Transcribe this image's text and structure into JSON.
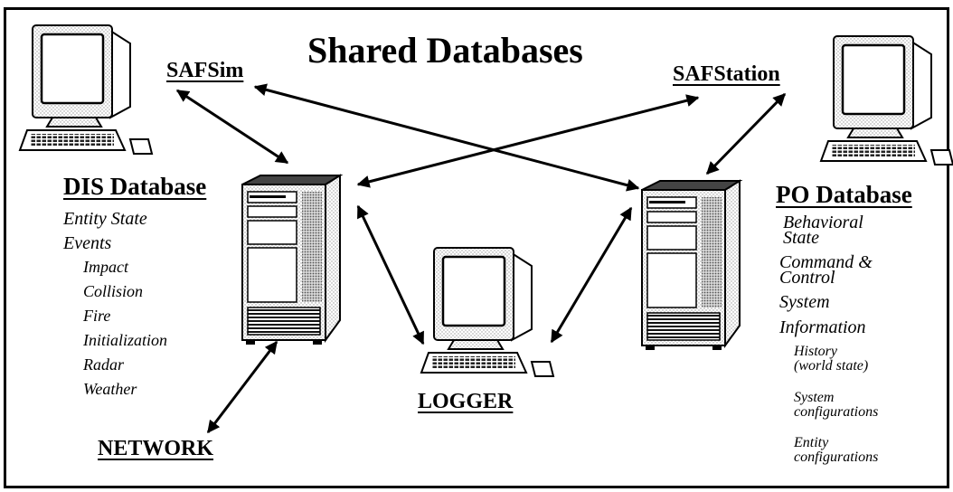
{
  "diagram": {
    "title": "Shared Databases",
    "nodes": {
      "safsim": "SAFSim",
      "safstation": "SAFStation",
      "logger": "LOGGER",
      "network": "NETWORK"
    },
    "dis_database": {
      "title": "DIS Database",
      "entity_state": "Entity State",
      "events_label": "Events",
      "events": [
        "Impact",
        "Collision",
        "Fire",
        "Initialization",
        "Radar",
        "Weather"
      ]
    },
    "po_database": {
      "title": "PO Database",
      "behavioral": "Behavioral",
      "state": "State",
      "command": "Command &",
      "control": "Control",
      "system": "System",
      "information": "Information",
      "history": "History",
      "world_state": "(world state)",
      "system_cfg_1": "System",
      "system_cfg_2": "configurations",
      "entity_cfg_1": "Entity",
      "entity_cfg_2": "configurations"
    }
  }
}
